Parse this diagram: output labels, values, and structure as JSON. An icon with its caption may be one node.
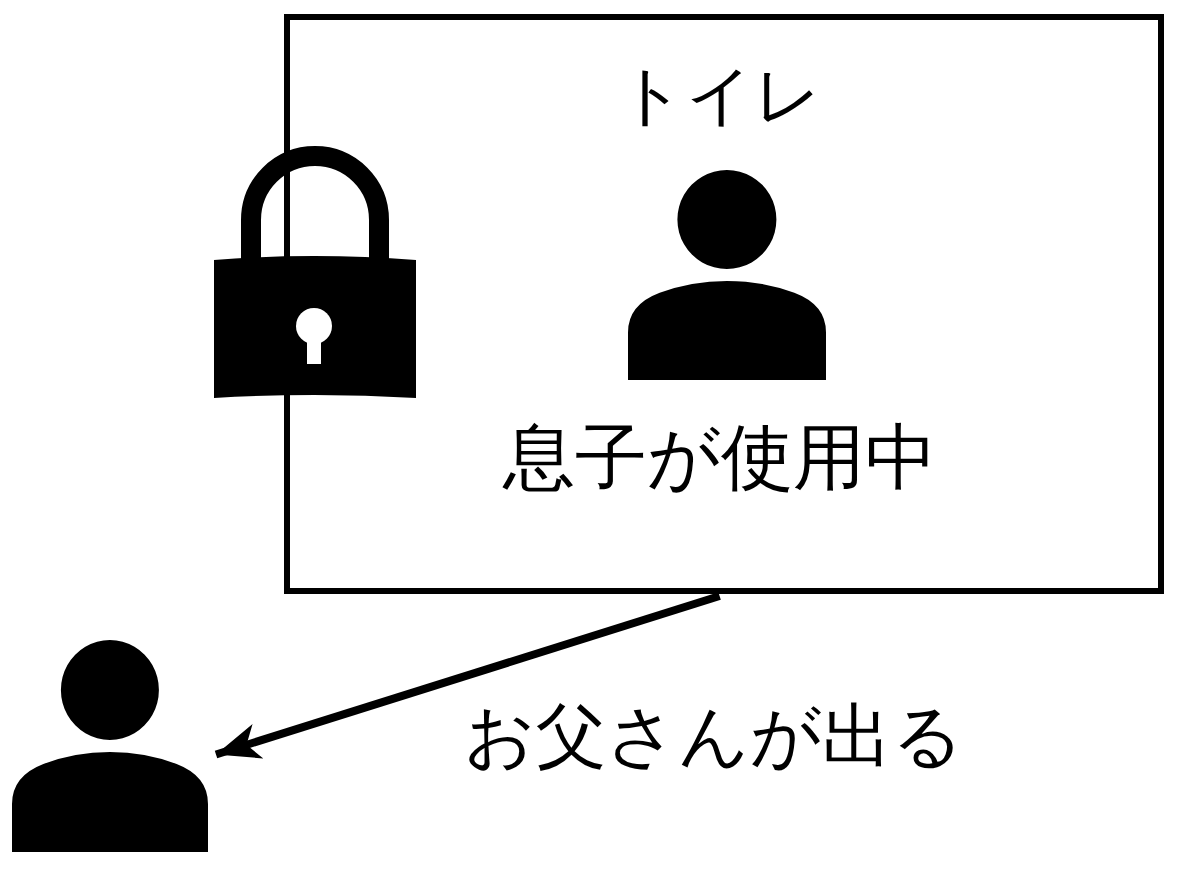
{
  "diagram": {
    "nodes": [
      {
        "text": [
          "トイレ",
          "息子が使用中"
        ]
      },
      {
        "text": [],
        "shape": "person"
      }
    ],
    "edges": [
      {
        "from": 0,
        "to": 1,
        "arrow": "to",
        "label": "お父さんが出る"
      }
    ]
  }
}
